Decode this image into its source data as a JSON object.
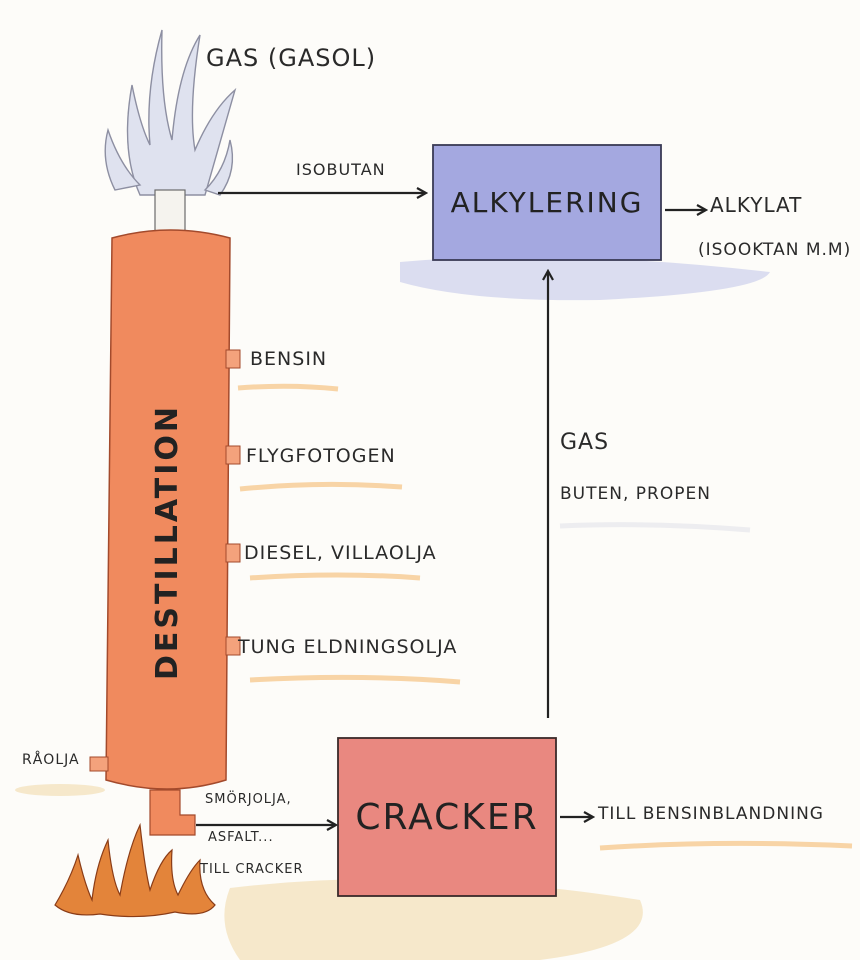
{
  "labels": {
    "gas_top": "GAS (GASOL)",
    "isobutan": "ISOBUTAN",
    "alkylering": "ALKYLERING",
    "alkylat_line1": "ALKYLAT",
    "alkylat_line2": "(ISOOKTAN M.M)",
    "destillation": "DESTILLATION",
    "bensin": "BENSIN",
    "flygfotogen": "FLYGFOTOGEN",
    "diesel": "DIESEL, VILLAOLJA",
    "tung": "TUNG ELDNINGSOLJA",
    "gas_right": "GAS",
    "buten": "BUTEN, PROPEN",
    "raolja": "RÅOLJA",
    "smorjolja": "SMÖRJOLJA,",
    "asfalt": "ASFALT...",
    "till_cracker": "TILL CRACKER",
    "cracker": "CRACKER",
    "till_bensin": "TILL BENSINBLANDNING"
  },
  "colors": {
    "tower": "#f08a5e",
    "alkylering_box": "#a4a8e0",
    "cracker_box": "#e98880",
    "flame_top": "#dfe2ef",
    "fire": "#e3843a",
    "wash_sand": "#f2dfb8",
    "wash_blue": "#c9cdeb"
  }
}
